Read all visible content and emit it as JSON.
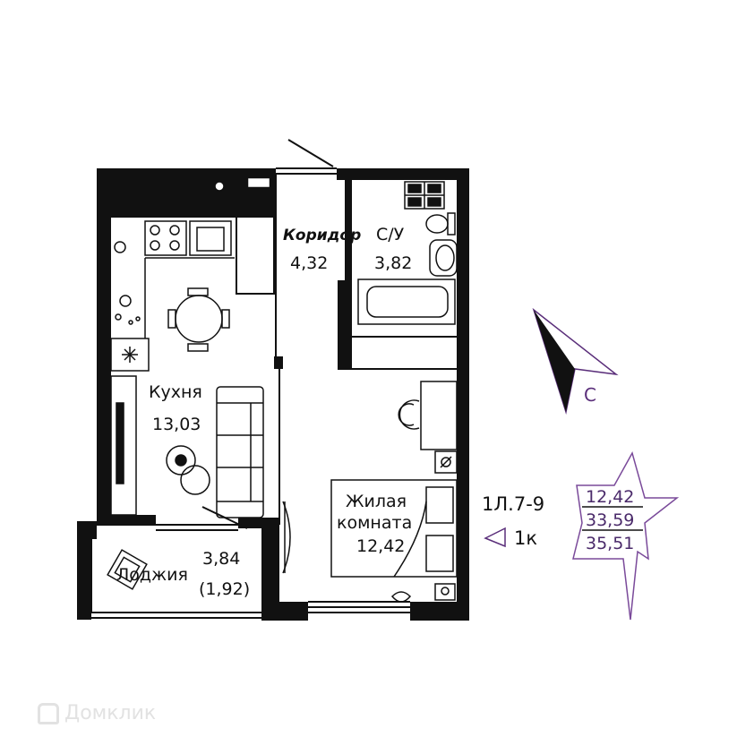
{
  "plan": {
    "rooms": {
      "corridor": {
        "label": "Коридор",
        "area": "4,32"
      },
      "bathroom": {
        "label": "С/У",
        "area": "3,82"
      },
      "kitchen": {
        "label": "Кухня",
        "area": "13,03"
      },
      "living_room": {
        "label_line1": "Жилая",
        "label_line2": "комната",
        "area": "12,42"
      },
      "loggia": {
        "label": "Лоджия",
        "area": "3,84",
        "area_reduced": "(1,92)"
      }
    },
    "unit_code": "1Л.7-9",
    "room_count": "1к",
    "compass_letter": "С",
    "areas_legend": {
      "living": "12,42",
      "total": "33,59",
      "with_loggia": "35,51"
    }
  },
  "watermark": "Домклик",
  "colors": {
    "walls": "#111111",
    "legend": "#5a2e7a",
    "background": "#ffffff"
  }
}
